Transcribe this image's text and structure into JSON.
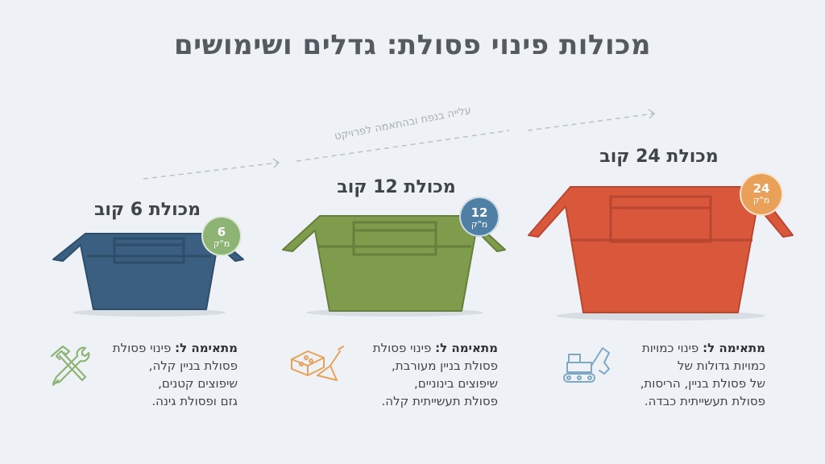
{
  "title": "מכולות פינוי פסולת: גדלים ושימושים",
  "flow_label": "עלייה בנפח ובהתאמה לפרויקט",
  "colors": {
    "small": "#3a5f80",
    "medium": "#7f9c4d",
    "large": "#d9583b"
  },
  "skips": [
    {
      "id": "small",
      "title": "מכולת 6 קוב",
      "badge_number": "6",
      "badge_unit": "מ\"ק",
      "badge_color": "#8db474",
      "desc_lead": "מתאימה ל:",
      "desc_lines": [
        "פינוי פסולת",
        "פסולת בניין קלה,",
        "שיפוצים קטנים,",
        "גזם ופסולת גינה."
      ],
      "icon": "tools-icon"
    },
    {
      "id": "medium",
      "title": "מכולת 12 קוב",
      "badge_number": "12",
      "badge_unit": "מ\"ק",
      "badge_color": "#4f7fa3",
      "desc_lead": "מתאימה ל:",
      "desc_lines": [
        "פינוי פסולת",
        "פסולת בניין מעורבת,",
        "שיפוצים בינוניים,",
        "פסולת תעשייתית קלה."
      ],
      "icon": "bricks-trowel-icon"
    },
    {
      "id": "large",
      "title": "מכולת 24 קוב",
      "badge_number": "24",
      "badge_unit": "מ\"ק",
      "badge_color": "#e9a15a",
      "desc_lead": "מתאימה ל:",
      "desc_lines": [
        "פינוי כמויות",
        "כמויות גדולות של",
        "של פסולת בניין, הריסות,",
        "פסולת תעשייתית כבדה."
      ],
      "icon": "excavator-icon"
    }
  ]
}
